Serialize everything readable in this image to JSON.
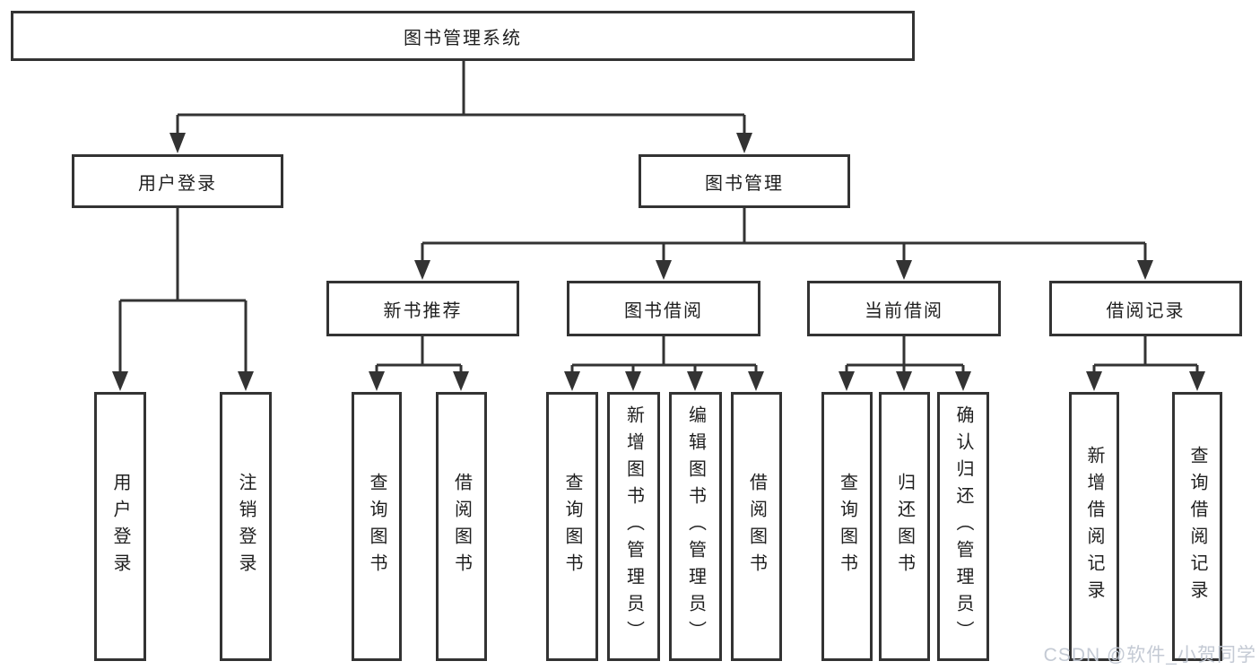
{
  "tree": {
    "label": "图书管理系统",
    "children": [
      {
        "label": "用户登录",
        "children": [
          {
            "label": "用户登录"
          },
          {
            "label": "注销登录"
          }
        ]
      },
      {
        "label": "图书管理",
        "children": [
          {
            "label": "新书推荐",
            "children": [
              {
                "label": "查询图书"
              },
              {
                "label": "借阅图书"
              }
            ]
          },
          {
            "label": "图书借阅",
            "children": [
              {
                "label": "查询图书"
              },
              {
                "label": "新增图书（管理员）"
              },
              {
                "label": "编辑图书（管理员）"
              },
              {
                "label": "借阅图书"
              }
            ]
          },
          {
            "label": "当前借阅",
            "children": [
              {
                "label": "查询图书"
              },
              {
                "label": "归还图书"
              },
              {
                "label": "确认归还（管理员）"
              }
            ]
          },
          {
            "label": "借阅记录",
            "children": [
              {
                "label": "新增借阅记录"
              },
              {
                "label": "查询借阅记录"
              }
            ]
          }
        ]
      }
    ]
  },
  "watermark": {
    "text": "CSDN @软件_小贺同学"
  },
  "colors": {
    "line": "#333333",
    "text": "#1f1f1f",
    "background": "#ffffff",
    "watermark": "#c1c7d2"
  }
}
